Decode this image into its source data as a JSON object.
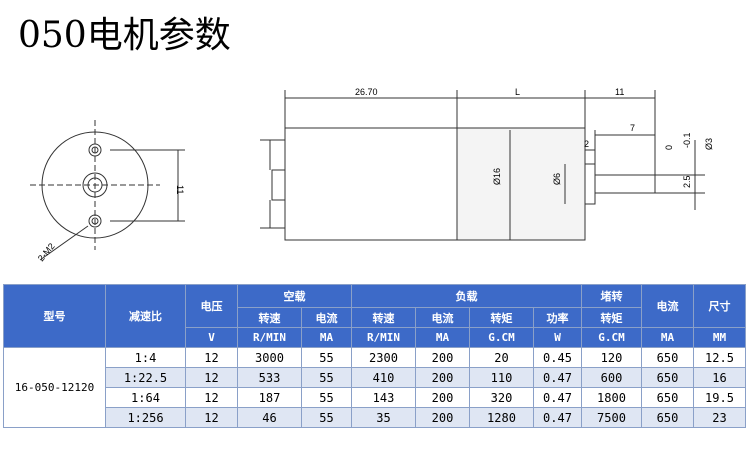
{
  "title": "050电机参数",
  "drawing": {
    "dim_a": "26.70",
    "dim_l": "L",
    "dim_11": "11",
    "dim_7": "7",
    "dim_2": "2",
    "dim_16": "Ø16",
    "dim_6": "Ø6",
    "dim_3": "Ø3",
    "dim_tol_a": "0",
    "dim_tol_b": "-0.1",
    "dim_25": "2.5",
    "dim_h11": "11",
    "screw": "2-M2"
  },
  "table": {
    "headers": {
      "model": "型号",
      "ratio": "减速比",
      "voltage": "电压",
      "no_load": "空载",
      "load": "负载",
      "stall": "堵转",
      "current_top": "电流",
      "size": "尺寸",
      "speed": "转速",
      "current": "电流",
      "torque": "转矩",
      "power": "功率",
      "stall_torque": "转矩",
      "u_v": "V",
      "u_rmin": "R/MIN",
      "u_ma": "MA",
      "u_rmin2": "R/MIN",
      "u_ma2": "MA",
      "u_gcm": "G.CM",
      "u_w": "W",
      "u_gcm2": "G.CM",
      "u_ma3": "MA",
      "u_mm": "MM"
    },
    "model": "16-050-12120",
    "rows": [
      [
        "1:4",
        "12",
        "3000",
        "55",
        "2300",
        "200",
        "20",
        "0.45",
        "120",
        "650",
        "12.5"
      ],
      [
        "1:22.5",
        "12",
        "533",
        "55",
        "410",
        "200",
        "110",
        "0.47",
        "600",
        "650",
        "16"
      ],
      [
        "1:64",
        "12",
        "187",
        "55",
        "143",
        "200",
        "320",
        "0.47",
        "1800",
        "650",
        "19.5"
      ],
      [
        "1:256",
        "12",
        "46",
        "55",
        "35",
        "200",
        "1280",
        "0.47",
        "7500",
        "650",
        "23"
      ]
    ]
  }
}
